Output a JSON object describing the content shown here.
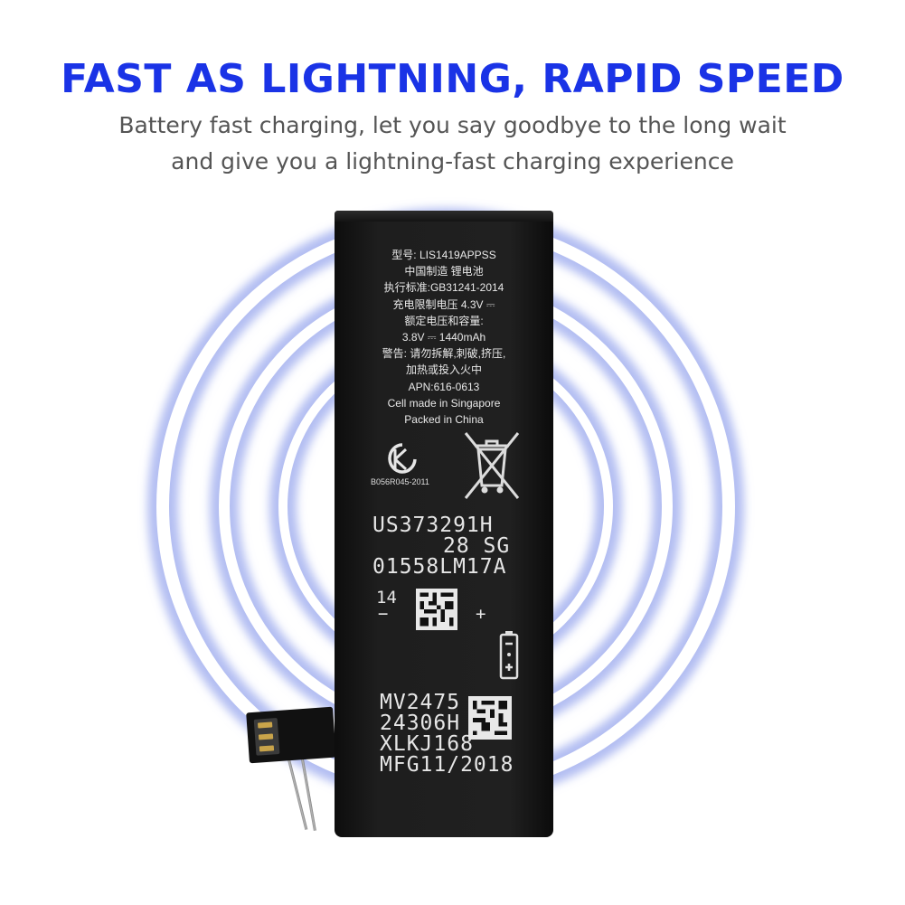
{
  "header": {
    "title": "FAST AS LIGHTNING, RAPID SPEED",
    "subtitle_line1": "Battery fast charging, let you say goodbye to the long wait",
    "subtitle_line2": "and give you a lightning-fast charging experience"
  },
  "label": {
    "lines": [
      "型号: LIS1419APPSS",
      "中国制造  锂电池",
      "执行标准:GB31241-2014",
      "充电限制电压 4.3V ⎓",
      "额定电压和容量:",
      "3.8V ⎓ 1440mAh",
      "警告: 请勿拆解,刺破,挤压,",
      "加热或投入火中",
      "APN:616-0613",
      "Cell made in Singapore",
      "Packed in China"
    ],
    "kc_code": "B056R045-2011",
    "serial1": "US373291H",
    "serial2": "28 SG",
    "serial3": "01558LM17A",
    "batch": "14",
    "minus": "−",
    "plus": "+",
    "mv1": "MV2475",
    "mv2": "24306H",
    "mv3": "XLKJ168",
    "mfg": "MFG11/2018"
  },
  "colors": {
    "title": "#1a33e6",
    "subtitle": "#555555",
    "ring": "#b8c2f2",
    "battery": "#1c1c1c"
  },
  "icons": {
    "kc": "kc-certification-icon",
    "bin": "crossed-out-bin-icon",
    "cell": "battery-polarity-icon"
  }
}
